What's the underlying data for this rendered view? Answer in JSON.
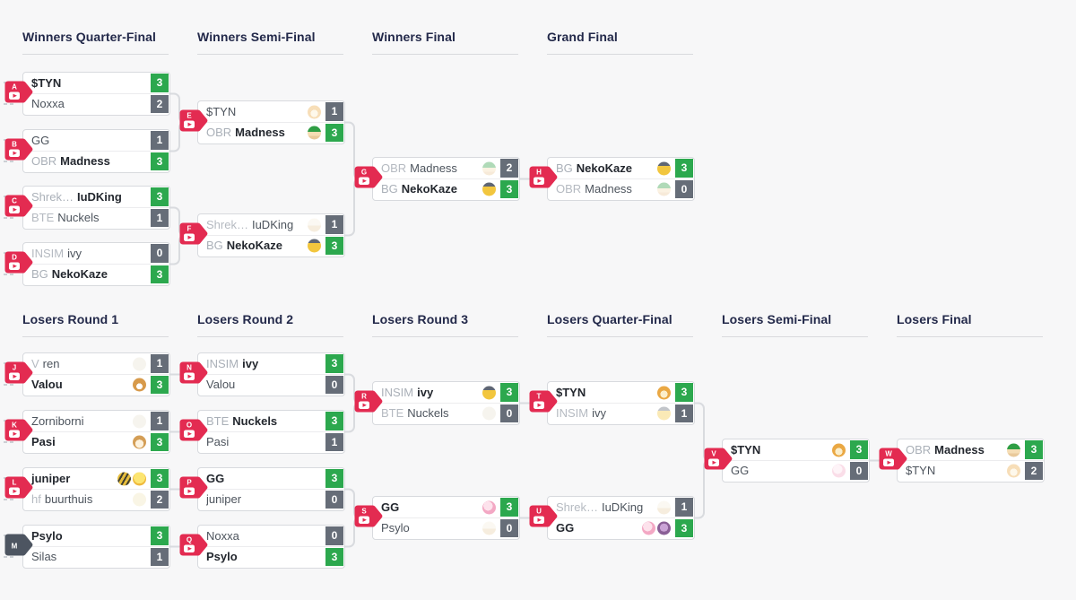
{
  "colors": {
    "accent_red": "#e32b51",
    "badge_dark": "#4d5561",
    "win_green": "#2ca84e",
    "loss_gray": "#666d78",
    "header_navy": "#23294a",
    "connector_gray": "#d9dbdf"
  },
  "winners": {
    "rounds": [
      {
        "title": "Winners Quarter-Final",
        "matches": [
          {
            "id": "A",
            "has_video": true,
            "teams": [
              {
                "tag": "",
                "name": "$TYN",
                "score": "3",
                "winner": true,
                "icons": []
              },
              {
                "tag": "",
                "name": "Noxxa",
                "score": "2",
                "winner": false,
                "icons": []
              }
            ]
          },
          {
            "id": "B",
            "has_video": true,
            "teams": [
              {
                "tag": "",
                "name": "GG",
                "score": "1",
                "winner": false,
                "icons": []
              },
              {
                "tag": "OBR",
                "name": "Madness",
                "score": "3",
                "winner": true,
                "icons": []
              }
            ]
          },
          {
            "id": "C",
            "has_video": true,
            "teams": [
              {
                "tag": "Shrek…",
                "name": "IuDKing",
                "score": "3",
                "winner": true,
                "icons": []
              },
              {
                "tag": "BTE",
                "name": "Nuckels",
                "score": "1",
                "winner": false,
                "icons": []
              }
            ]
          },
          {
            "id": "D",
            "has_video": true,
            "teams": [
              {
                "tag": "INSIM",
                "name": "ivy",
                "score": "0",
                "winner": false,
                "icons": []
              },
              {
                "tag": "BG",
                "name": "NekoKaze",
                "score": "3",
                "winner": true,
                "icons": []
              }
            ]
          }
        ]
      },
      {
        "title": "Winners Semi-Final",
        "matches": [
          {
            "id": "E",
            "has_video": true,
            "teams": [
              {
                "tag": "",
                "name": "$TYN",
                "score": "1",
                "winner": false,
                "icons": [
                  "shiba-dog-icon"
                ]
              },
              {
                "tag": "OBR",
                "name": "Madness",
                "score": "3",
                "winner": true,
                "icons": [
                  "luigi-icon"
                ]
              }
            ]
          },
          {
            "id": "F",
            "has_video": true,
            "teams": [
              {
                "tag": "Shrek…",
                "name": "IuDKing",
                "score": "1",
                "winner": false,
                "icons": [
                  "cupcake-icon"
                ]
              },
              {
                "tag": "BG",
                "name": "NekoKaze",
                "score": "3",
                "winner": true,
                "icons": [
                  "scream-cat-icon"
                ]
              }
            ]
          }
        ]
      },
      {
        "title": "Winners Final",
        "matches": [
          {
            "id": "G",
            "has_video": true,
            "teams": [
              {
                "tag": "OBR",
                "name": "Madness",
                "score": "2",
                "winner": false,
                "icons": [
                  "luigi-icon"
                ]
              },
              {
                "tag": "BG",
                "name": "NekoKaze",
                "score": "3",
                "winner": true,
                "icons": [
                  "scream-cat-icon"
                ]
              }
            ]
          }
        ]
      },
      {
        "title": "Grand Final",
        "matches": [
          {
            "id": "H",
            "has_video": true,
            "teams": [
              {
                "tag": "BG",
                "name": "NekoKaze",
                "score": "3",
                "winner": true,
                "icons": [
                  "scream-cat-icon"
                ]
              },
              {
                "tag": "OBR",
                "name": "Madness",
                "score": "0",
                "winner": false,
                "icons": [
                  "luigi-icon"
                ]
              }
            ]
          }
        ]
      }
    ]
  },
  "losers": {
    "rounds": [
      {
        "title": "Losers Round 1",
        "matches": [
          {
            "id": "J",
            "has_video": true,
            "teams": [
              {
                "tag": "V",
                "name": "ren",
                "score": "1",
                "winner": false,
                "icons": [
                  "ghost-icon"
                ]
              },
              {
                "tag": "",
                "name": "Valou",
                "score": "3",
                "winner": true,
                "icons": [
                  "dog-icon"
                ]
              }
            ]
          },
          {
            "id": "K",
            "has_video": true,
            "teams": [
              {
                "tag": "",
                "name": "Zorniborni",
                "score": "1",
                "winner": false,
                "icons": [
                  "ghost-icon"
                ]
              },
              {
                "tag": "",
                "name": "Pasi",
                "score": "3",
                "winner": true,
                "icons": [
                  "hamster-icon"
                ]
              }
            ]
          },
          {
            "id": "L",
            "has_video": true,
            "teams": [
              {
                "tag": "",
                "name": "juniper",
                "score": "3",
                "winner": true,
                "icons": [
                  "bee-icon",
                  "chick-icon"
                ]
              },
              {
                "tag": "hf",
                "name": "buurthuis",
                "score": "2",
                "winner": false,
                "icons": [
                  "sun-icon"
                ]
              }
            ]
          },
          {
            "id": "M",
            "has_video": false,
            "teams": [
              {
                "tag": "",
                "name": "Psylo",
                "score": "3",
                "winner": true,
                "icons": []
              },
              {
                "tag": "",
                "name": "Silas",
                "score": "1",
                "winner": false,
                "icons": []
              }
            ]
          }
        ]
      },
      {
        "title": "Losers Round 2",
        "matches": [
          {
            "id": "N",
            "has_video": true,
            "teams": [
              {
                "tag": "INSIM",
                "name": "ivy",
                "score": "3",
                "winner": true,
                "icons": []
              },
              {
                "tag": "",
                "name": "Valou",
                "score": "0",
                "winner": false,
                "icons": []
              }
            ]
          },
          {
            "id": "O",
            "has_video": true,
            "teams": [
              {
                "tag": "BTE",
                "name": "Nuckels",
                "score": "3",
                "winner": true,
                "icons": []
              },
              {
                "tag": "",
                "name": "Pasi",
                "score": "1",
                "winner": false,
                "icons": []
              }
            ]
          },
          {
            "id": "P",
            "has_video": true,
            "teams": [
              {
                "tag": "",
                "name": "GG",
                "score": "3",
                "winner": true,
                "icons": []
              },
              {
                "tag": "",
                "name": "juniper",
                "score": "0",
                "winner": false,
                "icons": []
              }
            ]
          },
          {
            "id": "Q",
            "has_video": true,
            "teams": [
              {
                "tag": "",
                "name": "Noxxa",
                "score": "0",
                "winner": false,
                "icons": []
              },
              {
                "tag": "",
                "name": "Psylo",
                "score": "3",
                "winner": true,
                "icons": []
              }
            ]
          }
        ]
      },
      {
        "title": "Losers Round 3",
        "matches": [
          {
            "id": "R",
            "has_video": true,
            "teams": [
              {
                "tag": "INSIM",
                "name": "ivy",
                "score": "3",
                "winner": true,
                "icons": [
                  "scream-cat-icon"
                ]
              },
              {
                "tag": "BTE",
                "name": "Nuckels",
                "score": "0",
                "winner": false,
                "icons": [
                  "ghost-icon"
                ]
              }
            ]
          },
          {
            "id": "S",
            "has_video": true,
            "teams": [
              {
                "tag": "",
                "name": "GG",
                "score": "3",
                "winner": true,
                "icons": [
                  "jigglypuff-icon"
                ]
              },
              {
                "tag": "",
                "name": "Psylo",
                "score": "0",
                "winner": false,
                "icons": [
                  "cupcake-icon"
                ]
              }
            ]
          }
        ]
      },
      {
        "title": "Losers Quarter-Final",
        "matches": [
          {
            "id": "T",
            "has_video": true,
            "teams": [
              {
                "tag": "",
                "name": "$TYN",
                "score": "3",
                "winner": true,
                "icons": [
                  "shiba-dog-icon"
                ]
              },
              {
                "tag": "INSIM",
                "name": "ivy",
                "score": "1",
                "winner": false,
                "icons": [
                  "scream-cat-icon"
                ]
              }
            ]
          },
          {
            "id": "U",
            "has_video": true,
            "teams": [
              {
                "tag": "Shrek…",
                "name": "IuDKing",
                "score": "1",
                "winner": false,
                "icons": [
                  "cupcake-icon"
                ]
              },
              {
                "tag": "",
                "name": "GG",
                "score": "3",
                "winner": true,
                "icons": [
                  "jigglypuff-icon",
                  "purple-creature-icon"
                ]
              }
            ]
          }
        ]
      },
      {
        "title": "Losers Semi-Final",
        "matches": [
          {
            "id": "V",
            "has_video": true,
            "teams": [
              {
                "tag": "",
                "name": "$TYN",
                "score": "3",
                "winner": true,
                "icons": [
                  "shiba-dog-icon"
                ]
              },
              {
                "tag": "",
                "name": "GG",
                "score": "0",
                "winner": false,
                "icons": [
                  "jigglypuff-icon"
                ]
              }
            ]
          }
        ]
      },
      {
        "title": "Losers Final",
        "matches": [
          {
            "id": "W",
            "has_video": true,
            "teams": [
              {
                "tag": "OBR",
                "name": "Madness",
                "score": "3",
                "winner": true,
                "icons": [
                  "luigi-icon"
                ]
              },
              {
                "tag": "",
                "name": "$TYN",
                "score": "2",
                "winner": false,
                "icons": [
                  "shiba-dog-icon"
                ]
              }
            ]
          }
        ]
      }
    ]
  }
}
